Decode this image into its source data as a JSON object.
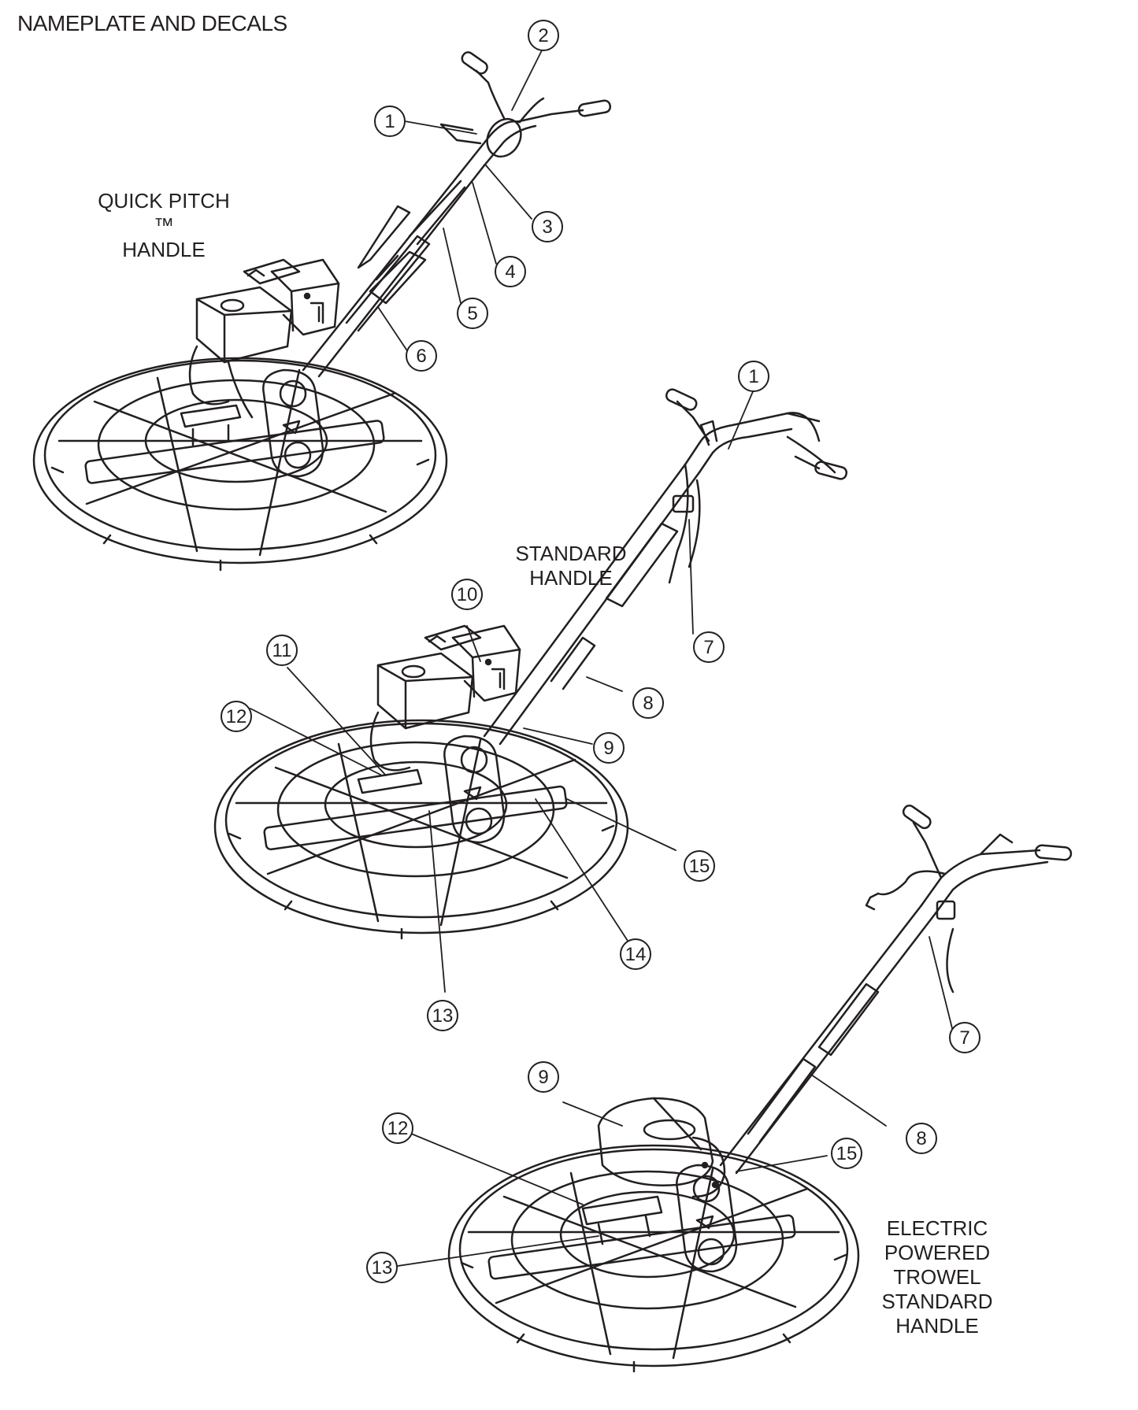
{
  "title": "NAMEPLATE AND DECALS",
  "labels": {
    "quick_pitch": [
      "QUICK PITCH ™",
      "HANDLE"
    ],
    "standard": [
      "STANDARD",
      "HANDLE"
    ],
    "electric": [
      "ELECTRIC",
      "POWERED",
      "TROWEL",
      "STANDARD",
      "HANDLE"
    ]
  },
  "callouts": {
    "top": [
      "1",
      "2",
      "3",
      "4",
      "5",
      "6"
    ],
    "middle": [
      "1",
      "7",
      "8",
      "9",
      "10",
      "11",
      "12",
      "13",
      "14",
      "15"
    ],
    "bottom": [
      "7",
      "8",
      "9",
      "12",
      "13",
      "15"
    ]
  }
}
